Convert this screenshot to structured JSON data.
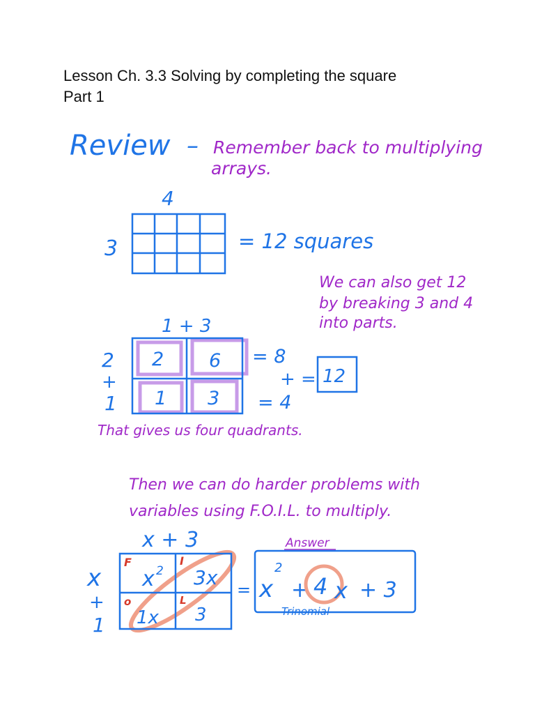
{
  "lesson": {
    "title_line1": "Lesson Ch. 3.3 Solving by completing the square",
    "title_line2": "Part 1"
  },
  "review": {
    "heading": "Review",
    "dash": "–",
    "text_line1": "Remember back to multiplying",
    "text_line2": "arrays."
  },
  "array1": {
    "top_label": "4",
    "side_label": "3",
    "result": "= 12 squares"
  },
  "note_break": {
    "line1": "We can also get 12",
    "line2": "by breaking 3 and 4",
    "line3": "into parts."
  },
  "array2": {
    "top_label": "1 + 3",
    "side_top": "2",
    "side_plus": "+",
    "side_bottom": "1",
    "cells": [
      "2",
      "6",
      "1",
      "3"
    ],
    "row1_sum": "= 8",
    "plus_eq": "+ =",
    "total": "12",
    "row2_sum": "= 4"
  },
  "note_quadrants": "That gives us four quadrants.",
  "note_foil": {
    "line1": "Then we can do harder problems with",
    "line2": "variables using F.O.I.L. to multiply."
  },
  "array3": {
    "top_label": "x + 3",
    "side_top": "x",
    "side_plus": "+",
    "side_bottom": "1",
    "corner_F": "F",
    "corner_I": "I",
    "corner_O": "o",
    "corner_L": "L",
    "cell_x": "x",
    "cell_sup": "2",
    "cell_3x": "3x",
    "cell_1x": "1x",
    "cell_3": "3",
    "answer_label": "Answer",
    "eq": "=",
    "ans_x": "x",
    "ans_sup": "2",
    "ans_plus1": "+",
    "ans_4": "4",
    "ans_x2": "x",
    "ans_plus2": "+ 3",
    "trinomial": "Trinomial"
  },
  "colors": {
    "ink_blue": "#1f74e6",
    "ink_purple": "#a028c8",
    "ink_red": "#d63a2a",
    "highlight_purple": "#c79be8",
    "highlight_salmon": "#f0a08a"
  }
}
